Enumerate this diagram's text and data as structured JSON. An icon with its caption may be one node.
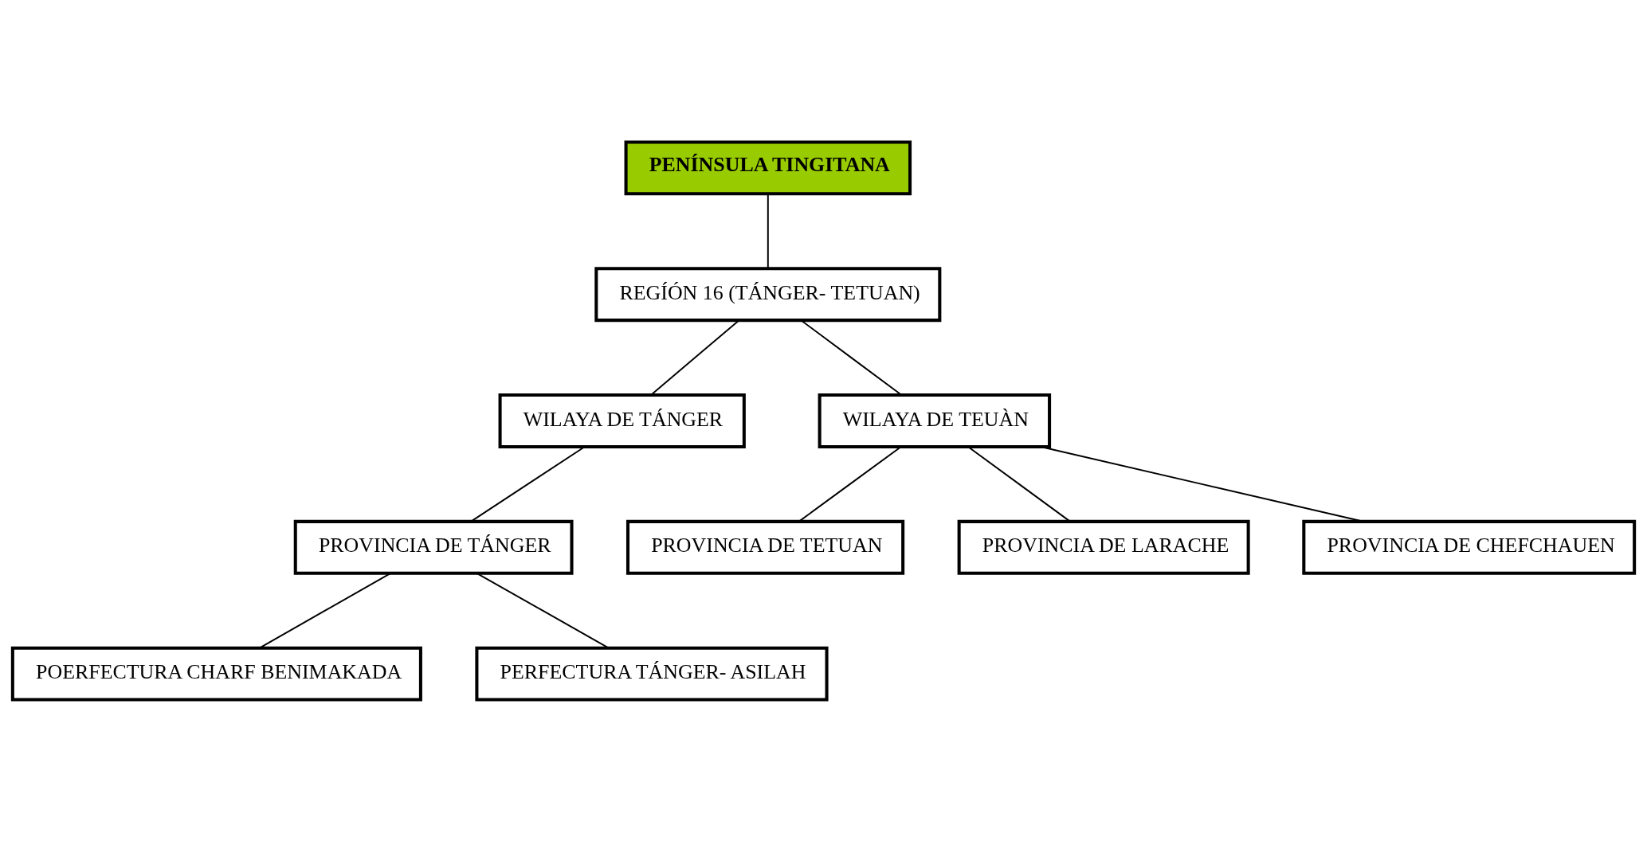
{
  "diagram": {
    "nodes": [
      {
        "text": [
          "PENÍNSULA TINGITANA"
        ]
      },
      {
        "text": [
          "REGÍÓN 16 (TÁNGER- TETUAN)"
        ]
      },
      {
        "text": [
          "WILAYA DE TÁNGER"
        ]
      },
      {
        "text": [
          "WILAYA DE TEUÀN"
        ]
      },
      {
        "text": [
          "PROVINCIA DE TÁNGER"
        ]
      },
      {
        "text": [
          "PROVINCIA DE TETUAN"
        ]
      },
      {
        "text": [
          "PROVINCIA DE LARACHE"
        ]
      },
      {
        "text": [
          "PROVINCIA DE CHEFCHAUEN"
        ]
      },
      {
        "text": [
          "POERFECTURA CHARF BENIMAKADA"
        ]
      },
      {
        "text": [
          "PERFECTURA TÁNGER- ASILAH"
        ]
      }
    ],
    "edges": [
      {
        "from": 0,
        "to": 1,
        "arrow": "none"
      },
      {
        "from": 1,
        "to": 2,
        "arrow": "none"
      },
      {
        "from": 1,
        "to": 3,
        "arrow": "none"
      },
      {
        "from": 2,
        "to": 4,
        "arrow": "none"
      },
      {
        "from": 3,
        "to": 6,
        "arrow": "none"
      },
      {
        "from": 3,
        "to": 7,
        "arrow": "none"
      },
      {
        "from": 3,
        "to": 5,
        "arrow": "none"
      },
      {
        "from": 4,
        "to": 8,
        "arrow": "none"
      },
      {
        "from": 4,
        "to": 9,
        "arrow": "none"
      }
    ]
  }
}
